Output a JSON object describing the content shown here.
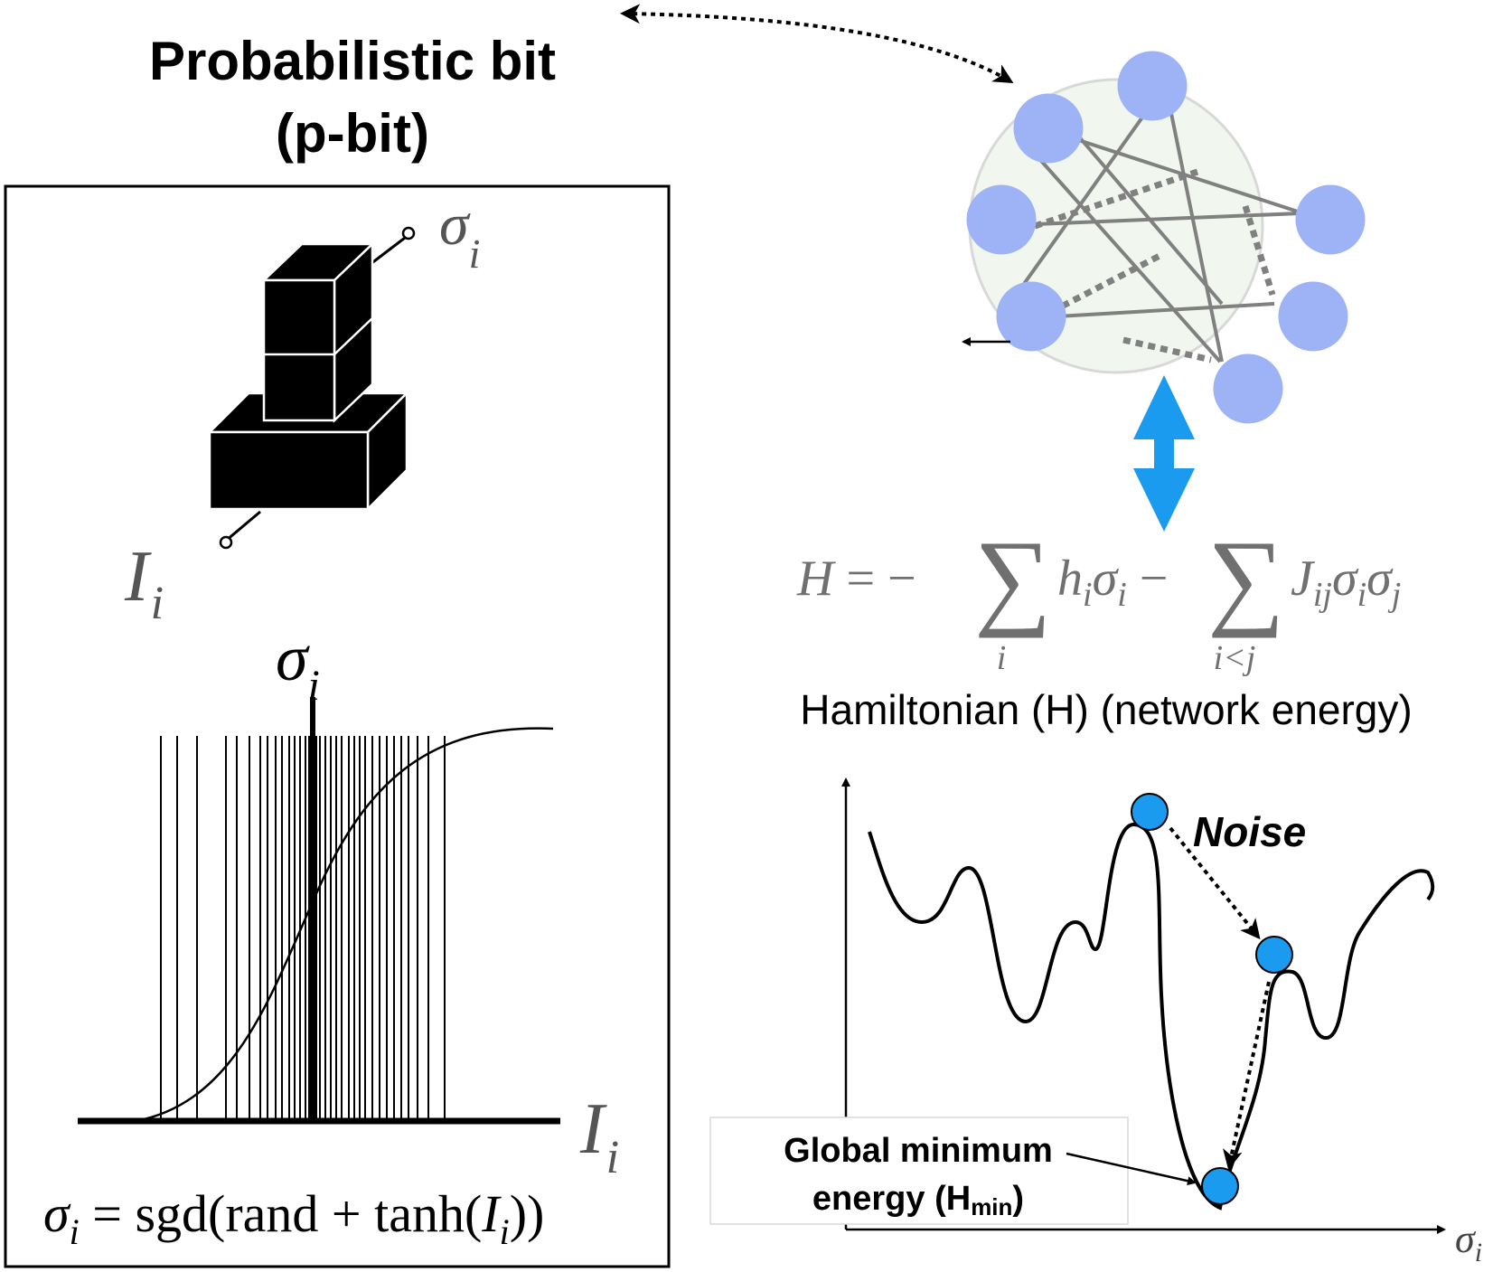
{
  "title": {
    "line1": "Probabilistic bit",
    "line2": "(p-bit)"
  },
  "pbit_panel": {
    "output_symbol": "σ",
    "output_subscript": "i",
    "input_symbol": "I",
    "input_subscript": "i",
    "plot_y_symbol": "σ",
    "plot_y_subscript": "i",
    "plot_x_symbol": "I",
    "plot_x_subscript": "i",
    "equation": {
      "lhs": "σ",
      "lhs_sub": "i",
      "eq": " = ",
      "func": "sgd(rand + tanh(",
      "arg": "I",
      "arg_sub": "i",
      "close": "))"
    }
  },
  "network": {
    "node_color": "#9db3f5",
    "edge_color": "#808080",
    "background_color": "#f1f7ee"
  },
  "hamiltonian": {
    "H": "H",
    "eq_minus": " = −",
    "sum1_index": "i",
    "term1_h": "h",
    "term1_h_sub": "i",
    "term1_sigma": "σ",
    "term1_sigma_sub": "i",
    "minus2": " − ",
    "sum2_index": "i<j",
    "term2_J": "J",
    "term2_J_sub": "ij",
    "term2_s1": "σ",
    "term2_s1_sub": "i",
    "term2_s2": "σ",
    "term2_s2_sub": "j",
    "caption": "Hamiltonian (H) (network energy)"
  },
  "energy_landscape": {
    "noise_label": "Noise",
    "global_min_line1": "Global minimum",
    "global_min_line2_prefix": "energy (H",
    "global_min_line2_sub": "min",
    "global_min_line2_suffix": ")",
    "x_axis_symbol": "σ",
    "x_axis_subscript": "i",
    "ball_color": "#1a9bf0"
  },
  "arrow_color": "#1a9bf0"
}
